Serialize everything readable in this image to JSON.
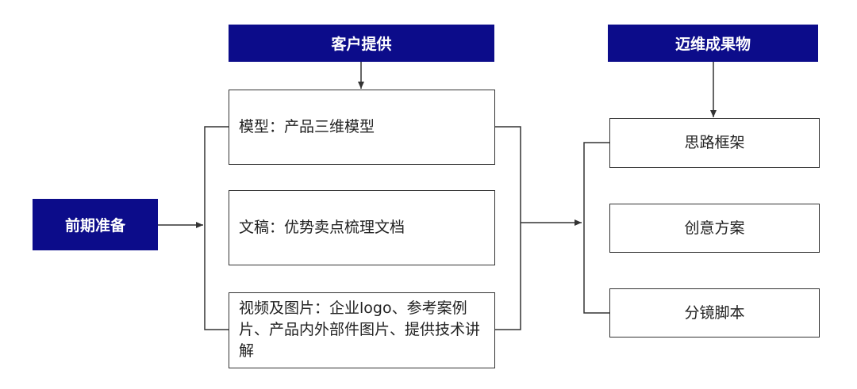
{
  "headers": {
    "prep": "前期准备",
    "client": "客户提供",
    "output": "迈维成果物"
  },
  "client_items": [
    "模型：产品三维模型",
    "文稿：优势卖点梳理文档",
    "视频及图片：企业logo、参考案例片、产品内外部件图片、提供技术讲解"
  ],
  "output_items": [
    "思路框架",
    "创意方案",
    "分镜脚本"
  ],
  "colors": {
    "header_bg": "#0c0c8a",
    "header_text": "#ffffff",
    "line": "#333333"
  }
}
